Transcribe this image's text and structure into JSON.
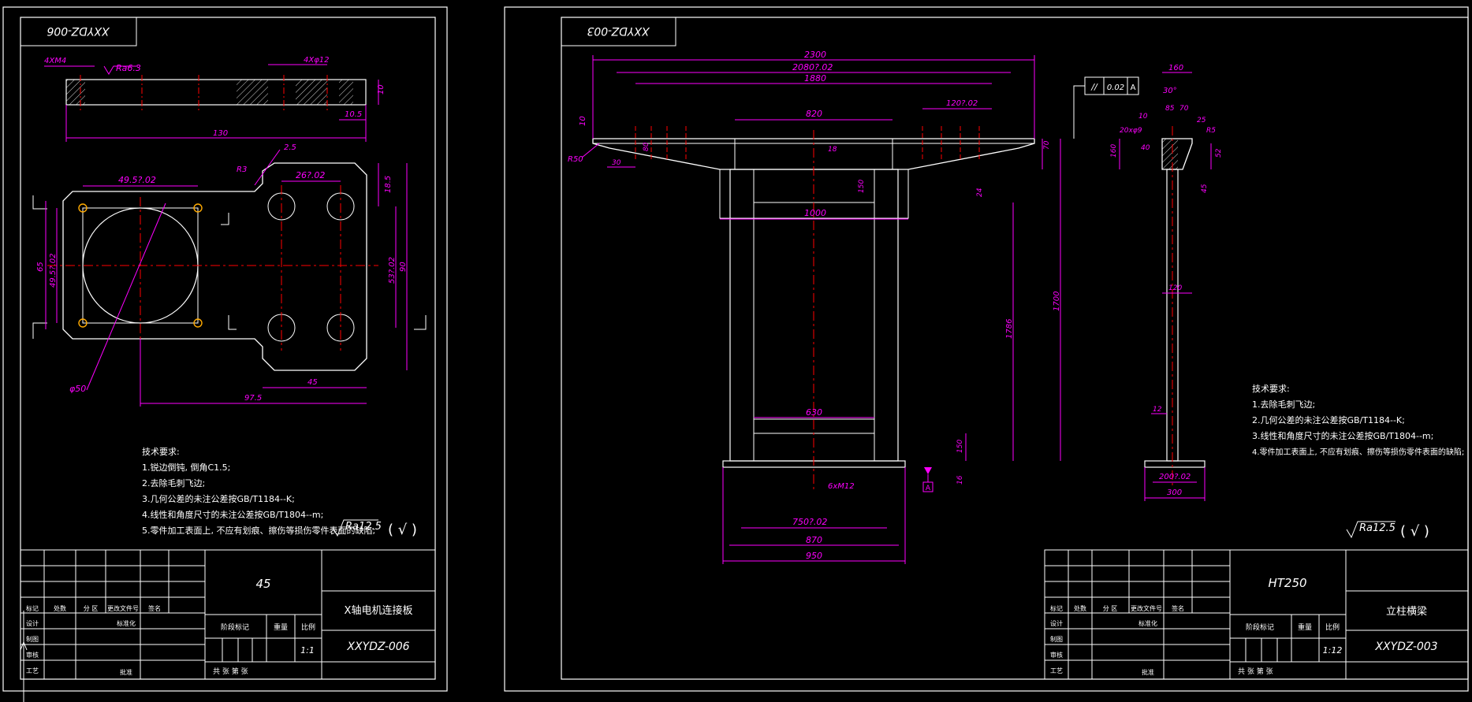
{
  "colors": {
    "background": "#000000",
    "outline": "#ffffff",
    "dimension": "#ff00ff",
    "centerline": "#ff0000",
    "hatch": "#ffffff",
    "hole": "#ffaa00"
  },
  "sheet_left": {
    "code_tag": "XXYDZ-006",
    "top_view": {
      "labels": [
        "4XM4",
        "Ra6.3",
        "4Xφ12",
        "10",
        "10.5",
        "130"
      ]
    },
    "plan_view": {
      "labels": [
        "R3",
        "2.5",
        "49.5?.02",
        "26?.02",
        "18.5",
        "65",
        "49.5?.02",
        "53?.02",
        "90",
        "45",
        "97.5",
        "φ50"
      ]
    },
    "tech_req": {
      "title": "技术要求:",
      "items": [
        "1.锐边倒钝, 倒角C1.5;",
        "2.去除毛刺飞边;",
        "3.几何公差的未注公差按GB/T1184--K;",
        "4.线性和角度尺寸的未注公差按GB/T1804--m;",
        "5.零件加工表面上, 不应有划痕、擦伤等损伤零件表面的缺陷;"
      ],
      "roughness": "Ra12.5",
      "roughness_paren": "( √ )"
    },
    "title_block": {
      "material": "45",
      "part_name": "X轴电机连接板",
      "drawing_no": "XXYDZ-006",
      "scale": "1:1",
      "headers": [
        "标记",
        "处数",
        "分 区",
        "更改文件号",
        "签名"
      ],
      "stage_label": "阶段标记",
      "weight_label": "重量",
      "scale_label": "比例",
      "rows": [
        "设计",
        "制图",
        "审核",
        "工艺"
      ],
      "std_label": "标准化",
      "approve_label": "批准",
      "sheets": "共  张 第  张"
    }
  },
  "sheet_right": {
    "code_tag": "XXYDZ-003",
    "front_view": {
      "labels": [
        "2300",
        "2080?.02",
        "1880",
        "120?.02",
        "10",
        "R50",
        "30",
        "80",
        "820",
        "18",
        "150",
        "1000",
        "24",
        "70",
        "1786",
        "1700",
        "630",
        "150",
        "16",
        "6xM12",
        "750?.02",
        "870",
        "950"
      ],
      "datum": "A"
    },
    "side_view": {
      "labels": [
        "160",
        "30°",
        "10",
        "85",
        "70",
        "25",
        "R5",
        "20xφ9",
        "160",
        "40",
        "52",
        "45",
        "120",
        "12",
        "200?.02",
        "300"
      ],
      "tolerance_symbol": "//",
      "tolerance_value": "0.02",
      "tolerance_datum": "A"
    },
    "tech_req": {
      "title": "技术要求:",
      "items": [
        "1.去除毛刺飞边;",
        "2.几何公差的未注公差按GB/T1184--K;",
        "3.线性和角度尺寸的未注公差按GB/T1804--m;",
        "4.零件加工表面上, 不应有划痕、擦伤等损伤零件表面的缺陷;"
      ],
      "roughness": "Ra12.5",
      "roughness_paren": "( √ )"
    },
    "title_block": {
      "material": "HT250",
      "part_name": "立柱横梁",
      "drawing_no": "XXYDZ-003",
      "scale": "1:12",
      "headers": [
        "标记",
        "处数",
        "分 区",
        "更改文件号",
        "签名"
      ],
      "stage_label": "阶段标记",
      "weight_label": "重量",
      "scale_label": "比例",
      "rows": [
        "设计",
        "制图",
        "审核",
        "工艺"
      ],
      "std_label": "标准化",
      "approve_label": "批准",
      "sheets": "共  张 第  张"
    }
  }
}
